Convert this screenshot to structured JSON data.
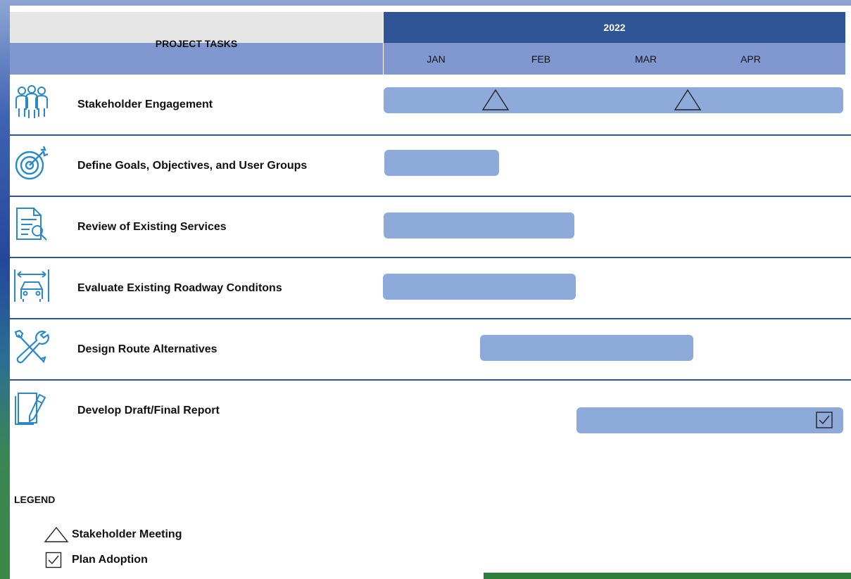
{
  "header": {
    "title": "PROJECT TASKS",
    "year": "2022"
  },
  "colors": {
    "bar": "#8eaadb",
    "year_header": "#2f5597",
    "month_header": "#8097cf",
    "icon": "#2a88c6"
  },
  "chart_data": {
    "type": "gantt",
    "year": "2022",
    "months": [
      "JAN",
      "FEB",
      "MAR",
      "APR"
    ],
    "x_range_months": [
      0,
      4.4
    ],
    "tasks": [
      {
        "name": "Stakeholder Engagement",
        "icon": "people-group-icon",
        "start": 0,
        "end": 4.4,
        "milestones": [
          {
            "type": "stakeholder-meeting",
            "at": 1.07
          },
          {
            "type": "stakeholder-meeting",
            "at": 2.9
          }
        ]
      },
      {
        "name": "Define Goals, Objectives, and User Groups",
        "icon": "target-icon",
        "start": 0.01,
        "end": 1.1,
        "milestones": []
      },
      {
        "name": "Review of Existing Services",
        "icon": "document-search-icon",
        "start": 0,
        "end": 1.82,
        "milestones": []
      },
      {
        "name": "Evaluate Existing Roadway Conditons",
        "icon": "roadway-icon",
        "start": -0.01,
        "end": 1.83,
        "milestones": []
      },
      {
        "name": "Design Route Alternatives",
        "icon": "tools-icon",
        "start": 0.92,
        "end": 2.95,
        "milestones": []
      },
      {
        "name": "Develop Draft/Final Report",
        "icon": "report-pen-icon",
        "start": 1.84,
        "end": 4.4,
        "milestones": [
          {
            "type": "plan-adoption",
            "at": 4.2
          }
        ]
      }
    ]
  },
  "legend": {
    "title": "LEGEND",
    "items": [
      {
        "label": "Stakeholder Meeting",
        "icon": "triangle-icon"
      },
      {
        "label": "Plan Adoption",
        "icon": "checkbox-icon"
      }
    ]
  }
}
